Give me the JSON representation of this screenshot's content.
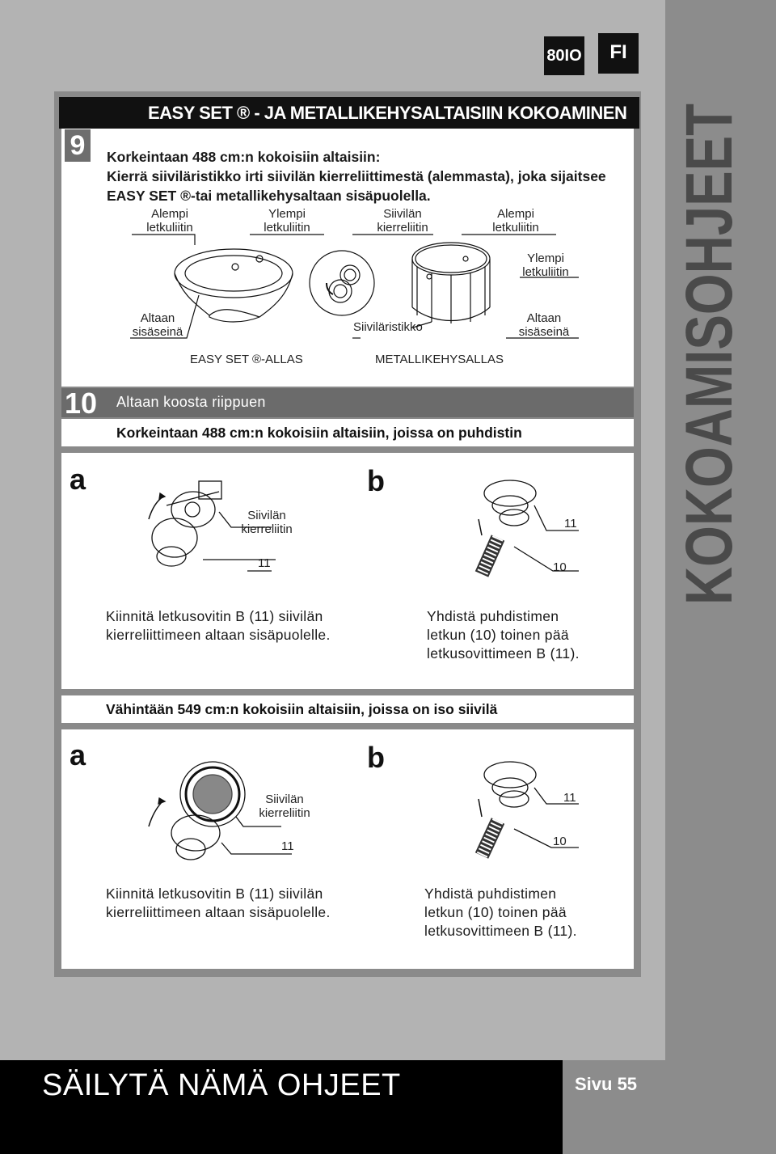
{
  "badges": {
    "model": "80IO",
    "lang": "FI"
  },
  "sidebar_title": "KOKOAMISOHJEET",
  "section9": {
    "number": "9",
    "title": "EASY SET ® - JA METALLIKEHYSALTAISIIN KOKOAMINEN",
    "intro_line1": "Korkeintaan 488 cm:n kokoisiin altaisiin:",
    "intro_line2": "Kierrä siiviläristikko irti siivilän kierreliittimestä (alemmasta), joka sijaitsee",
    "intro_line3": "EASY SET ®-tai metallikehysaltaan sisäpuolella.",
    "labels": {
      "alempi1": "Alempi letkuliitin",
      "ylempi1": "Ylempi letkuliitin",
      "siivilan": "Siivilän kierreliitin",
      "alempi2": "Alempi letkuliitin",
      "ylempi2": "Ylempi letkuliitin",
      "altaan1": "Altaan sisäseinä",
      "siivilaristikko": "Siiviläristikko",
      "altaan2": "Altaan sisäseinä",
      "easyset": "EASY SET ®-ALLAS",
      "metalli": "METALLIKEHYSALLAS"
    }
  },
  "section10": {
    "number": "10",
    "bar_text": "Altaan koosta riippuen",
    "sub1": "Korkeintaan 488 cm:n kokoisiin altaisiin, joissa on puhdistin",
    "sub2": "Vähintään 549 cm:n kokoisiin altaisiin, joissa on iso siivilä",
    "a": "a",
    "b": "b",
    "lbl_siivilan": "Siivilän kierreliitin",
    "lbl_11": "11",
    "lbl_10": "10",
    "text_a1": "Kiinnitä letkusovitin B (11) siivilän",
    "text_a2": "kierreliittimeen altaan sisäpuolelle.",
    "text_b1": "Yhdistä puhdistimen",
    "text_b2": "letkun (10) toinen pää",
    "text_b3": "letkusovittimeen B (11)."
  },
  "footer": {
    "title": "SÄILYTÄ NÄMÄ OHJEET",
    "page": "Sivu 55"
  }
}
